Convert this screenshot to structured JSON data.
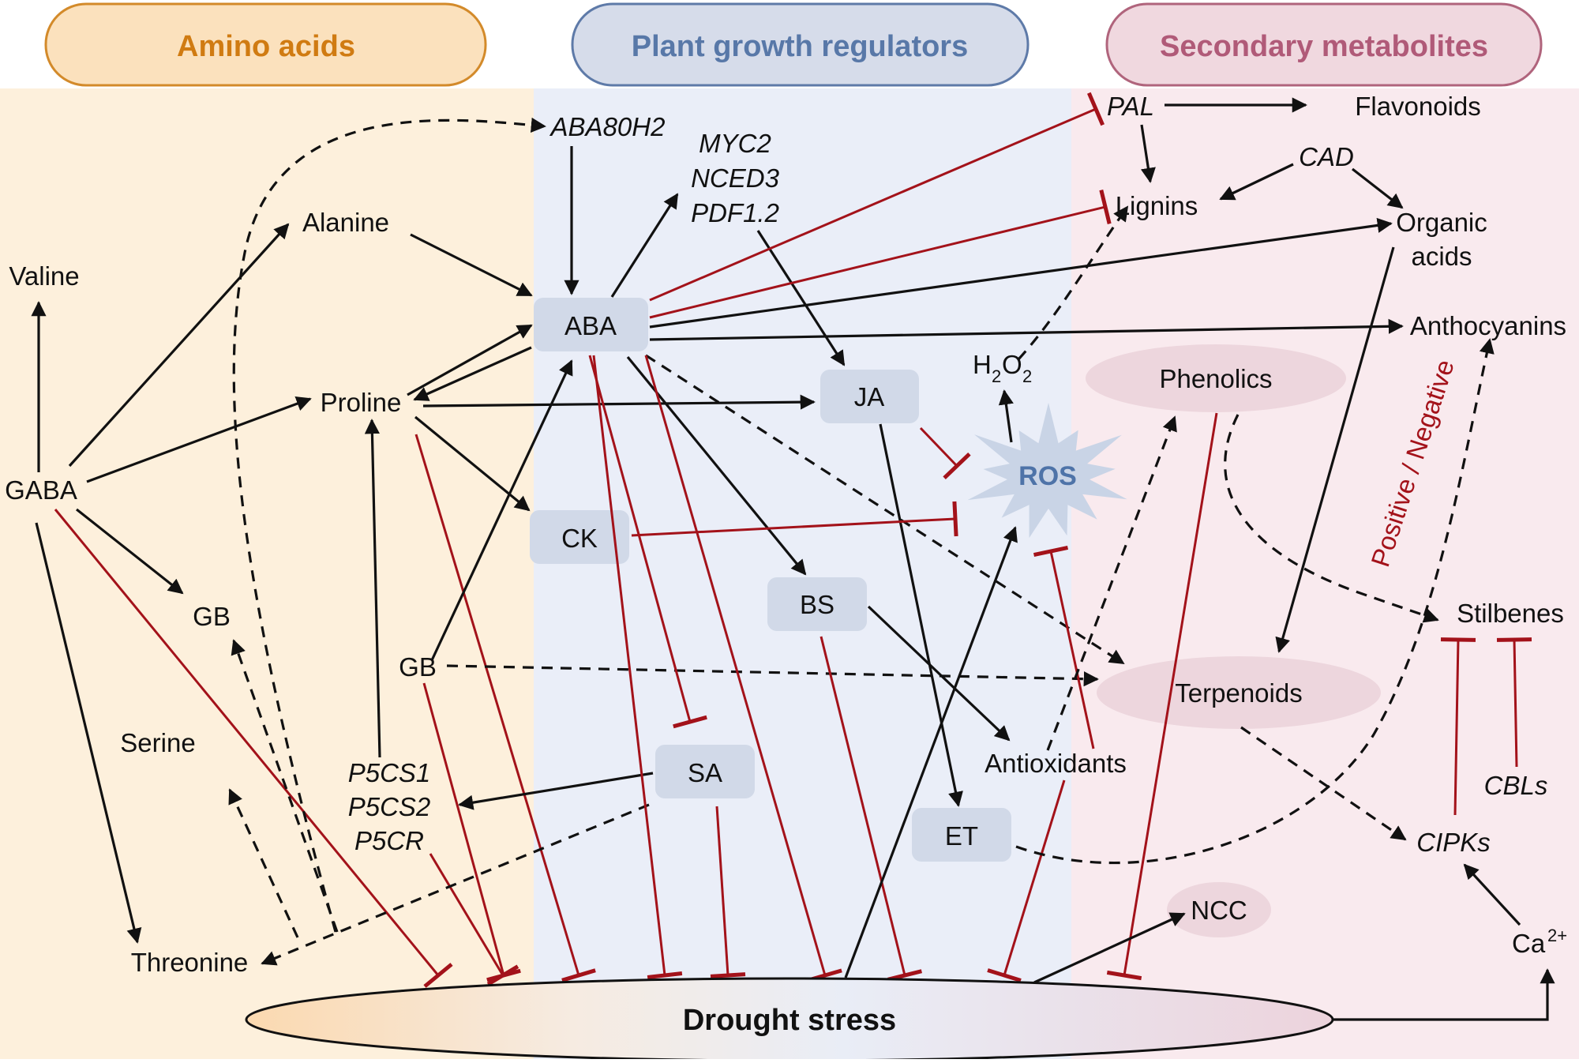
{
  "colors": {
    "amino_panel": "#fdf0dc",
    "pgr_panel": "#eaeef8",
    "sm_panel": "#f9eaee",
    "amino_pill_fill": "#fbe1bd",
    "amino_pill_stroke": "#d38a2a",
    "amino_pill_text": "#d07b12",
    "pgr_pill_fill": "#d6dcea",
    "pgr_pill_stroke": "#5e7aa8",
    "pgr_pill_text": "#5878a8",
    "sm_pill_fill": "#f0d8df",
    "sm_pill_stroke": "#b0647c",
    "sm_pill_text": "#b05a78",
    "hormone_box": "#d1d9e8",
    "ros_fill": "#c9d4e6",
    "ros_text": "#4e73a8",
    "metabolite_ellipse": "#edd6dd",
    "inhibit": "#a3121a",
    "activate": "#111111",
    "annotation": "#a3121a"
  },
  "headers": {
    "amino_acids": "Amino acids",
    "plant_growth_regulators": "Plant growth regulators",
    "secondary_metabolites": "Secondary metabolites"
  },
  "nodes": {
    "valine": "Valine",
    "alanine": "Alanine",
    "gaba": "GABA",
    "proline": "Proline",
    "gb_left": "GB",
    "gb_mid": "GB",
    "serine": "Serine",
    "threonine": "Threonine",
    "p5cs1": "P5CS1",
    "p5cs2": "P5CS2",
    "p5cr": "P5CR",
    "aba80h2": "ABA80H2",
    "myc2": "MYC2",
    "nced3": "NCED3",
    "pdf12": "PDF1.2",
    "aba": "ABA",
    "ja": "JA",
    "ck": "CK",
    "bs": "BS",
    "sa": "SA",
    "et": "ET",
    "ros": "ROS",
    "h2o2_main": "H",
    "h2o2_sub1": "2",
    "h2o2_o": "O",
    "h2o2_sub2": "2",
    "antioxidants": "Antioxidants",
    "pal": "PAL",
    "flavonoids": "Flavonoids",
    "cad": "CAD",
    "lignins": "Lignins",
    "organic_acids_1": "Organic",
    "organic_acids_2": "acids",
    "anthocyanins": "Anthocyanins",
    "phenolics": "Phenolics",
    "terpenoids": "Terpenoids",
    "stilbenes": "Stilbenes",
    "cbls": "CBLs",
    "cipks": "CIPKs",
    "ca": "Ca",
    "ca_sup": "2+",
    "ncc": "NCC",
    "drought": "Drought stress"
  },
  "annotation": "Positive / Negative",
  "legend_semantics": {
    "solid_arrow": "activation",
    "dashed_arrow": "indirect/putative activation",
    "red_bar": "inhibition"
  }
}
